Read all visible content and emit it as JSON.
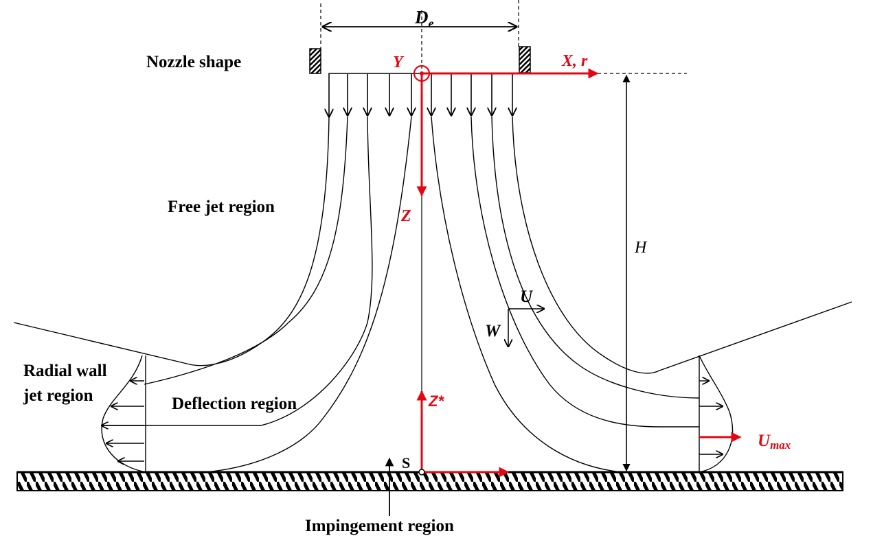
{
  "colors": {
    "accent": "#e30613",
    "ink": "#000000"
  },
  "labels": {
    "nozzle_shape": "Nozzle shape",
    "free_jet_region": "Free jet region",
    "radial_wall_jet_line1": "Radial wall",
    "radial_wall_jet_line2": "jet region",
    "deflection_region": "Deflection region",
    "impingement_region": "Impingement region",
    "stagnation_point": "S",
    "h": "H"
  },
  "symbols": {
    "de_main": "D",
    "de_sub": "e",
    "y_axis": "Y",
    "x_axis": "X, r",
    "z_axis": "Z",
    "z_star": "Z*",
    "u": "U",
    "w": "W",
    "umax_main": "U",
    "umax_sub": "max"
  }
}
